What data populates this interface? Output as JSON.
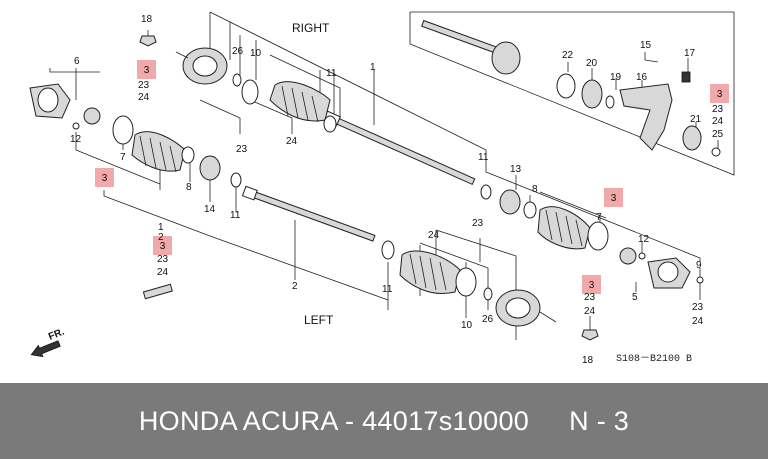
{
  "headings": {
    "right": "RIGHT",
    "left": "LEFT",
    "fr": "FR."
  },
  "diagram_code": "S108－B2100 B",
  "callouts": {
    "c_18a": "18",
    "c_24a": "24",
    "c_23a": "23",
    "c_26a": "26",
    "c_10a": "10",
    "c_11a": "11",
    "c_1a": "1",
    "c_6": "6",
    "c_12a": "12",
    "c_7a": "7",
    "c_23b": "23",
    "c_24b": "24",
    "c_8a": "8",
    "c_14": "14",
    "c_11b": "11",
    "c_15": "15",
    "c_17": "17",
    "c_22": "22",
    "c_20": "20",
    "c_19": "19",
    "c_16": "16",
    "c_23c": "23",
    "c_24c": "24",
    "c_25": "25",
    "c_21": "21",
    "c_11c": "11",
    "c_13": "13",
    "c_8b": "8",
    "c_7b": "7",
    "c_23d": "23",
    "c_24d": "24",
    "c_12b": "12",
    "c_9": "9",
    "c_5": "5",
    "c_23e": "23",
    "c_24e": "24",
    "c_2a": "2",
    "c_1b": "1",
    "c_2b": "2",
    "c_23f": "23",
    "c_24f": "24",
    "c_11d": "11",
    "c_10b": "10",
    "c_26b": "26",
    "c_23g": "23",
    "c_24g": "24",
    "c_18b": "18"
  },
  "highlights": {
    "h1": "3",
    "h2": "3",
    "h3": "3",
    "h4": "3",
    "h5": "3",
    "h6": "3"
  },
  "footer": {
    "brand": "HONDA ACURA - 44017s10000",
    "page": "N - 3"
  },
  "colors": {
    "highlight": "#f2a9a9",
    "footer_bg": "#7a7a7a"
  }
}
